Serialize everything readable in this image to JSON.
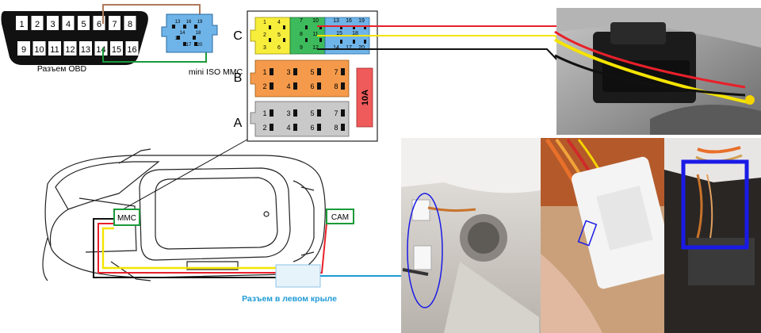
{
  "obd": {
    "caption": "Разъем OBD",
    "pins_top": [
      "1",
      "2",
      "3",
      "4",
      "5",
      "6",
      "7",
      "8"
    ],
    "pins_bottom": [
      "9",
      "10",
      "11",
      "12",
      "13",
      "14",
      "15",
      "16"
    ]
  },
  "mini_iso": {
    "caption": "mini ISO MMC",
    "pins_top": [
      "13",
      "16",
      "19"
    ],
    "pins_mid": [
      "14",
      "18"
    ],
    "pins_mid_extra": [
      "15"
    ],
    "pins_bottom": [
      "17",
      "20"
    ]
  },
  "iso_block": {
    "row_c_label": "C",
    "row_b_label": "B",
    "row_a_label": "A",
    "fuse_label": "10A",
    "c_yellow": [
      "1",
      "4",
      "2",
      "5",
      "3",
      "6"
    ],
    "c_green": [
      "7",
      "10",
      "8",
      "11",
      "9",
      "12"
    ],
    "c_blue": [
      "13",
      "16",
      "19",
      "14",
      "17",
      "20",
      "15",
      "18"
    ],
    "b_pins": [
      "1",
      "3",
      "5",
      "7",
      "2",
      "4",
      "6",
      "8"
    ],
    "a_pins": [
      "1",
      "3",
      "5",
      "7",
      "2",
      "4",
      "6",
      "8"
    ]
  },
  "car": {
    "mmc_label": "MMC",
    "cam_label": "CAM",
    "connector_caption": "Разъем в левом крыле"
  },
  "colors": {
    "wire_red": "#e8202a",
    "wire_yellow": "#f5e400",
    "wire_black": "#111111",
    "wire_green": "#1a9a3a",
    "wire_brown": "#b07a5a",
    "wire_blue_link": "#1e9ad6",
    "iso_yellow": "#f7ee3c",
    "iso_green": "#3dbb5c",
    "iso_blue": "#6fb4e8",
    "iso_orange": "#f59a4a",
    "iso_gray": "#c9c9c9",
    "fuse_red": "#ef5a5a",
    "highlight_blue": "#1a1ae6"
  },
  "icons": [
    "car-outline-icon",
    "photo-connector-icon"
  ]
}
